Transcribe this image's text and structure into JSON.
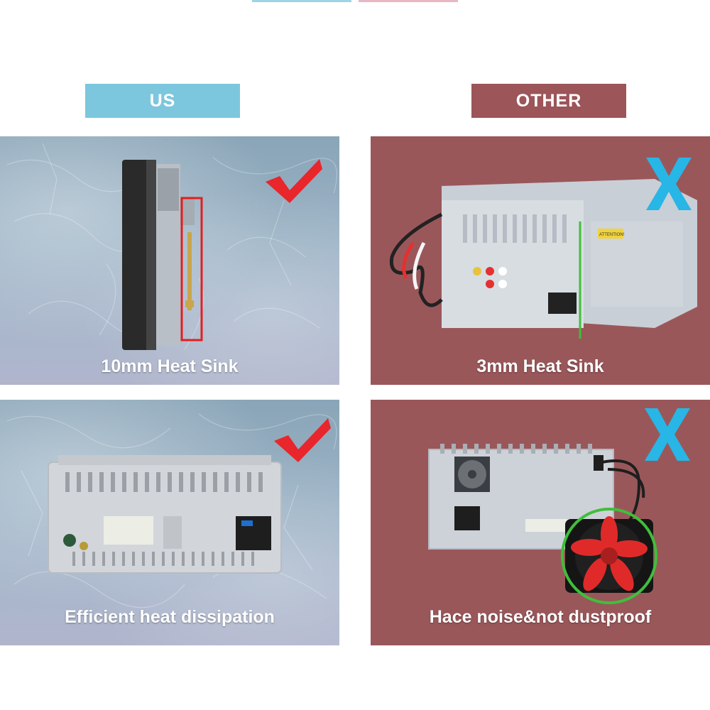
{
  "headers": {
    "us": "US",
    "other": "OTHER"
  },
  "panels": {
    "us_top": {
      "caption": "10mm Heat Sink"
    },
    "other_top": {
      "caption": "3mm Heat Sink"
    },
    "us_bottom": {
      "caption": "Efficient heat dissipation"
    },
    "other_bottom": {
      "caption": "Hace noise&not dustproof"
    }
  },
  "unit_label": "ATTENTION!",
  "colors": {
    "us_header": "#7cc7de",
    "other_header": "#9c5559",
    "check": "#e8262b",
    "cross": "#27b6e6",
    "highlight_red": "#e02020",
    "highlight_green": "#3fbf3a"
  },
  "icons": {
    "us_mark": "check-icon",
    "other_mark": "cross-icon"
  }
}
